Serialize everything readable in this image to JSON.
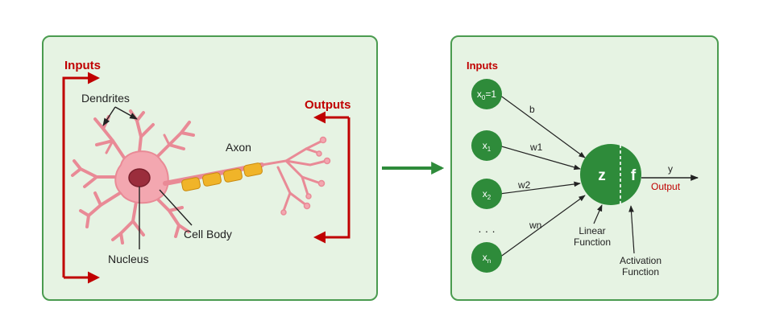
{
  "neuron": {
    "inputs_label": "Inputs",
    "outputs_label": "Outputs",
    "dendrites_label": "Dendrites",
    "axon_label": "Axon",
    "cell_body_label": "Cell Body",
    "nucleus_label": "Nucleus"
  },
  "perceptron": {
    "inputs_label": "Inputs",
    "nodes": {
      "x0": {
        "base": "x",
        "sub": "0",
        "tail": "=1"
      },
      "x1": {
        "base": "x",
        "sub": "1"
      },
      "x2": {
        "base": "x",
        "sub": "2"
      },
      "xn": {
        "base": "x",
        "sub": "n"
      }
    },
    "ellipsis": "· · ·",
    "weights": {
      "b": "b",
      "w1": "w1",
      "w2": "w2",
      "wn": "wn"
    },
    "z_label": "z",
    "f_label": "f",
    "y_label": "y",
    "output_label": "Output",
    "linear_function_line1": "Linear",
    "linear_function_line2": "Function",
    "activation_function_line1": "Activation",
    "activation_function_line2": "Function"
  },
  "colors": {
    "panel_bg": "#e6f3e3",
    "panel_border": "#4a9b4f",
    "accent_red": "#c00000",
    "node_green": "#2e8b3a",
    "transition_arrow": "#2e8b3a",
    "neuron_pink": "#f3a7b0",
    "axon_myelin": "#f0b429"
  }
}
